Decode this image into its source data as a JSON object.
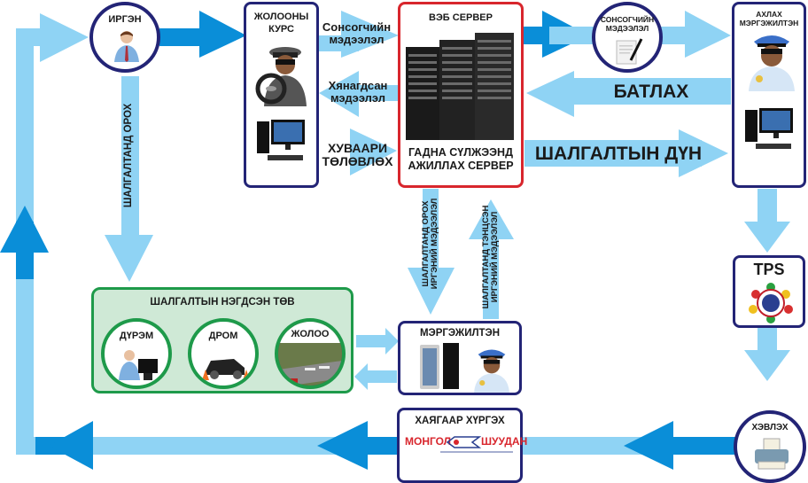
{
  "colors": {
    "light_arrow": "#8fd3f4",
    "dark_arrow": "#0a8ed8",
    "node_border": "#232476",
    "server_border": "#d8262d",
    "center_border": "#1e9a4a",
    "center_fill": "#cfe9d6"
  },
  "nodes": {
    "citizen": {
      "label": "ИРГЭН",
      "icon": "person-icon"
    },
    "driving_course": {
      "label_line1": "ЖОЛООНЫ",
      "label_line2": "КУРС",
      "icons": [
        "driver-icon",
        "computer-icon"
      ]
    },
    "web_server": {
      "label_top": "ВЭБ СЕРВЕР",
      "label_bottom_line1": "ГАДНА СҮЛЖЭЭНД",
      "label_bottom_line2": "АЖИЛЛАХ СЕРВЕР",
      "icon": "server-rack-icon"
    },
    "student_info": {
      "label_line1": "СОНСОГЧИЙН",
      "label_line2": "МЭДЭЭЛЭЛ",
      "icon": "document-pen-icon"
    },
    "senior_expert": {
      "label_line1": "АХЛАХ",
      "label_line2": "МЭРГЭЖИЛТЭН",
      "icons": [
        "officer-icon",
        "computer-icon"
      ]
    },
    "tps": {
      "label": "TPS",
      "icon": "police-logo-icon"
    },
    "print": {
      "label": "ХЭВЛЭХ",
      "icon": "printer-icon"
    },
    "delivery": {
      "label": "ХАЯГААР ХҮРГЭХ",
      "logo_left": "МОНГОЛ",
      "logo_right": "ШУУДАН",
      "icon": "mongol-post-logo"
    },
    "expert": {
      "label": "МЭРГЭЖИЛТЭН",
      "icons": [
        "tablet-icon",
        "officer-icon"
      ]
    },
    "exam_center": {
      "label": "ШАЛГАЛТЫН НЭГДСЭН ТӨВ",
      "items": [
        {
          "label": "ДҮРЭМ",
          "icon": "person-computer-icon"
        },
        {
          "label": "ДРОМ",
          "icon": "car-cones-icon"
        },
        {
          "label": "ЖОЛОО",
          "icon": "driving-sim-icon"
        }
      ]
    }
  },
  "flows": {
    "student_info_l1": "Сонсогчийн",
    "student_info_l2": "мэдээлэл",
    "checked_info_l1": "Хянагдсан",
    "checked_info_l2": "мэдээлэл",
    "schedule_l1": "ХУВААРИ",
    "schedule_l2": "ТӨЛӨВЛӨХ",
    "approve": "БАТЛАХ",
    "exam_result": "ШАЛГАЛТЫН ДҮН",
    "enter_exam": "ШАЛГАЛТАНД ОРОХ",
    "exam_citizen_info_l1": "ШАЛГАЛТАНД ОРОХ",
    "exam_citizen_info_l2": "ИРГЭНИЙ МЭДЭЭЛЭЛ",
    "passed_citizen_info_l1": "ШАЛГАЛТАНД ТЭНЦСЭН",
    "passed_citizen_info_l2": "ИРГЭНИЙ МЭДЭЭЛЭЛ"
  }
}
